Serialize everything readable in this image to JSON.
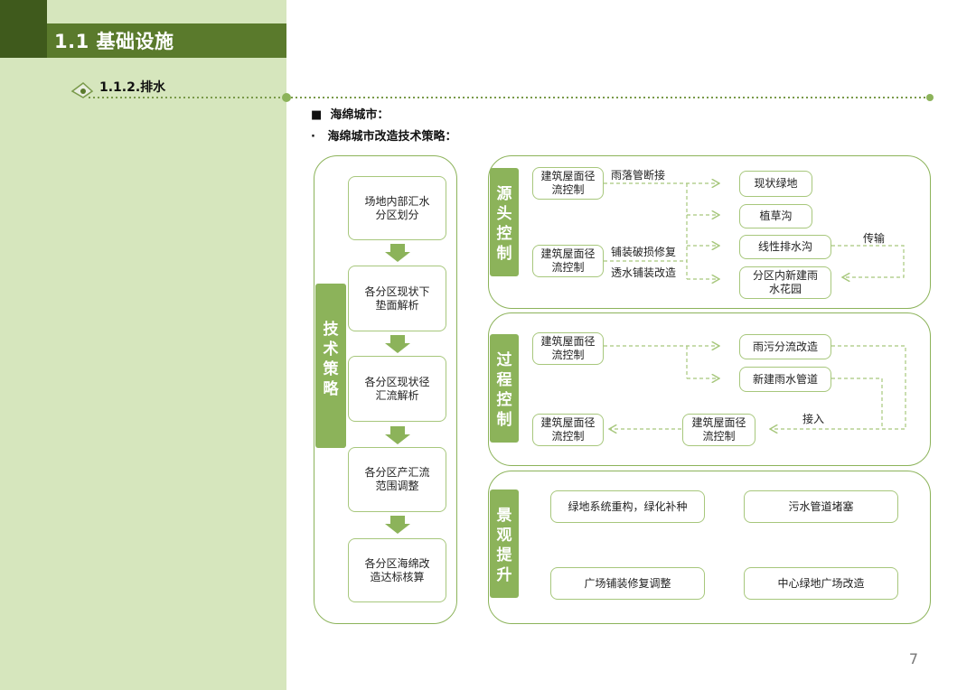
{
  "header": {
    "title": "1.1 基础设施",
    "subtitle": "1.1.2.排水"
  },
  "bullets": [
    "海绵城市：",
    "海绵城市改造技术策略："
  ],
  "strategy": {
    "label": "技\n术\n策\n略",
    "steps": [
      "场地内部汇水\n分区划分",
      "各分区现状下\n垫面解析",
      "各分区现状径\n汇流解析",
      "各分区产汇流\n范围调整",
      "各分区海绵改\n造达标核算"
    ]
  },
  "source_control": {
    "label": "源\n头\n控\n制",
    "input_a": "建筑屋面径\n流控制",
    "input_b": "建筑屋面径\n流控制",
    "edge_a": "雨落管断接",
    "edge_b1": "铺装破损修复",
    "edge_b2": "透水铺装改造",
    "targets": [
      "现状绿地",
      "植草沟",
      "线性排水沟",
      "分区内新建雨\n水花园"
    ],
    "transfer": "传输"
  },
  "process_control": {
    "label": "过\n程\n控\n制",
    "input": "建筑屋面径\n流控制",
    "targets": [
      "雨污分流改造",
      "新建雨水管道"
    ],
    "mid": "建筑屋面径\n流控制",
    "output": "建筑屋面径\n流控制",
    "connect": "接入"
  },
  "landscape": {
    "label": "景\n观\n提\n升",
    "items": [
      "绿地系统重构，绿化补种",
      "污水管道堵塞",
      "广场铺装修复调整",
      "中心绿地广场改造"
    ]
  },
  "page_number": "7",
  "colors": {
    "sidebar": "#d6e6bd",
    "title_bar": "#5a7a2c",
    "accent": "#8cb35a"
  }
}
